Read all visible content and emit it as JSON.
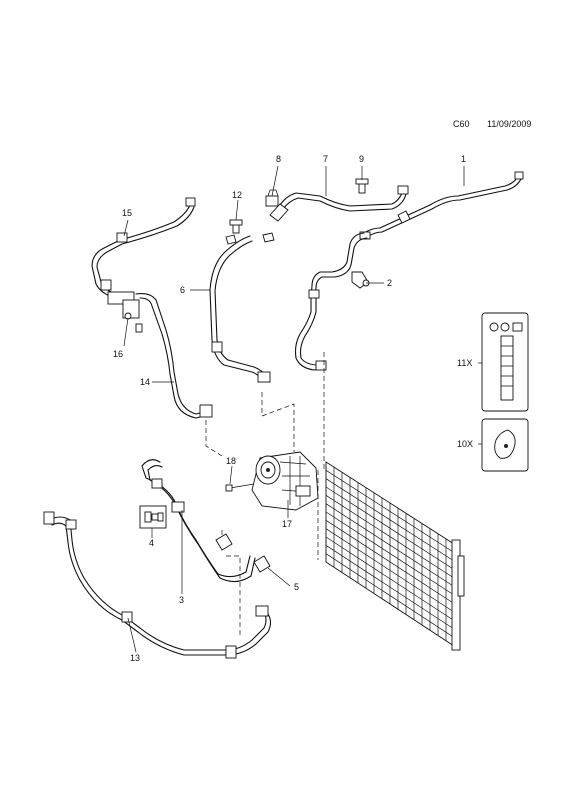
{
  "header": {
    "code": "C60",
    "date": "11/09/2009"
  },
  "callouts": {
    "c1": "1",
    "c2": "2",
    "c3": "3",
    "c4": "4",
    "c5": "5",
    "c6": "6",
    "c7": "7",
    "c8": "8",
    "c9": "9",
    "c12": "12",
    "c13": "13",
    "c14": "14",
    "c15": "15",
    "c16": "16",
    "c17": "17",
    "c18": "18",
    "c10x": "10X",
    "c11x": "11X"
  }
}
